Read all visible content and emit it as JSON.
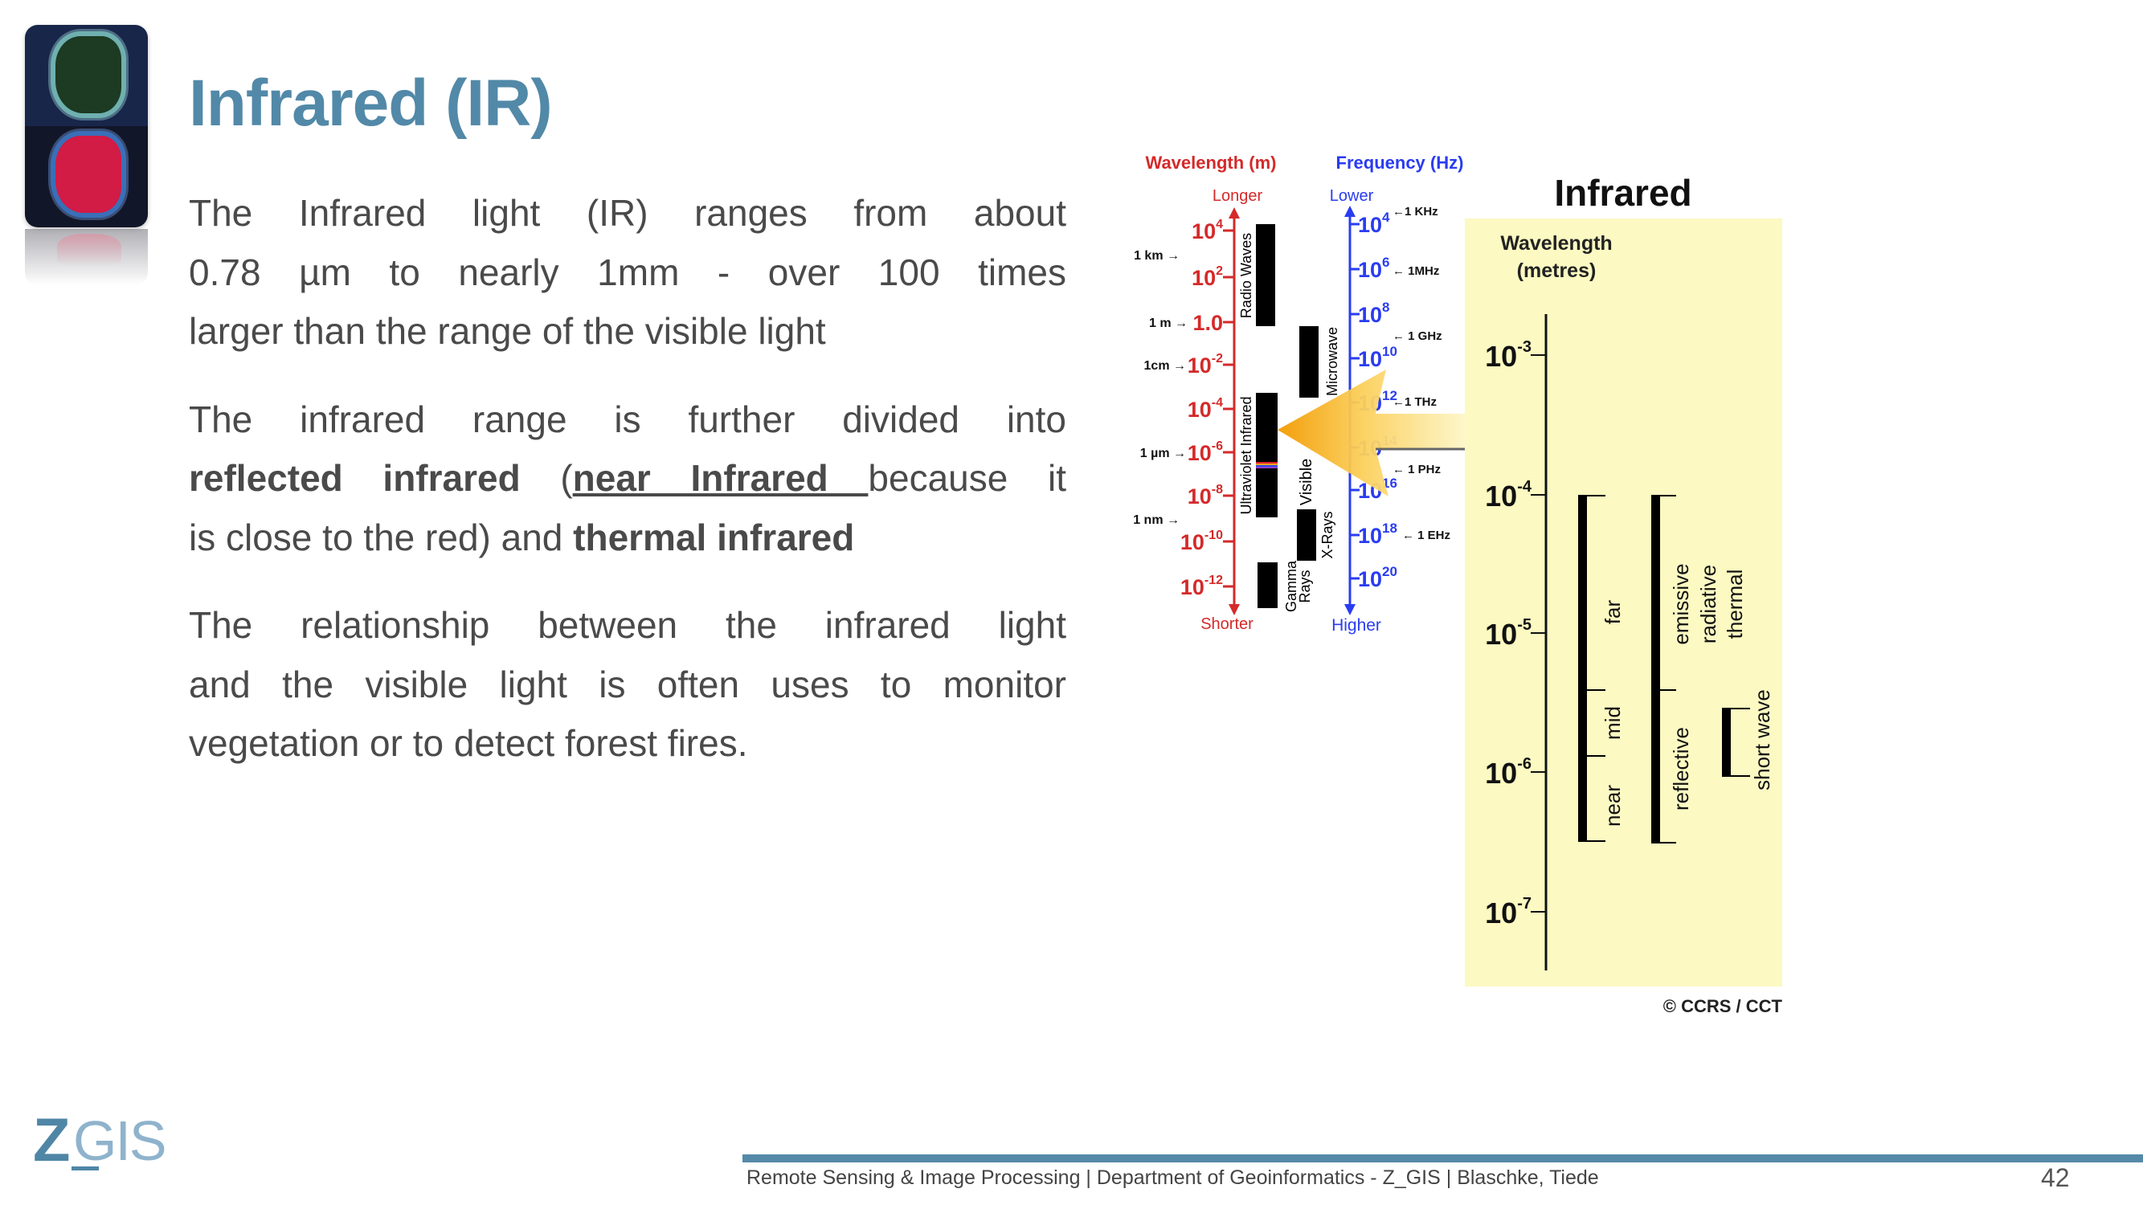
{
  "slide": {
    "title": "Infrared (IR)",
    "paragraphs": [
      {
        "lines": [
          "The Infrared light (IR) ranges from about",
          "0.78 µm to nearly 1mm -  over 100 times",
          "larger than the range of the visible light"
        ]
      },
      {
        "line1": "The infrared range is further divided into",
        "line2": {
          "bold1": "reflected infrared",
          "plain1": " (",
          "bold_underlined": "near Infrared ",
          "plain2": "because it"
        },
        "line3": {
          "plain": "is close to the red) and ",
          "bold": "thermal infrared"
        }
      },
      {
        "lines": [
          "The relationship between the infrared light",
          "and the visible light is often uses to monitor",
          "vegetation or to detect forest fires."
        ]
      }
    ]
  },
  "spectrum": {
    "wavelength_title": "Wavelength (m)",
    "frequency_title": "Frequency (Hz)",
    "longer": "Longer",
    "shorter": "Shorter",
    "lower": "Lower",
    "higher": "Higher",
    "wavelength_ticks": [
      {
        "base": "10",
        "exp": "4"
      },
      {
        "base": "10",
        "exp": "2"
      },
      {
        "base": "1.0",
        "exp": ""
      },
      {
        "base": "10",
        "exp": "-2"
      },
      {
        "base": "10",
        "exp": "-4"
      },
      {
        "base": "10",
        "exp": "-6"
      },
      {
        "base": "10",
        "exp": "-8"
      },
      {
        "base": "10",
        "exp": "-10"
      },
      {
        "base": "10",
        "exp": "-12"
      }
    ],
    "wavelength_markers": [
      "1 km →",
      "1 m →",
      "1cm →",
      "1 µm →",
      "1 nm →"
    ],
    "frequency_ticks": [
      {
        "base": "10",
        "exp": "4"
      },
      {
        "base": "10",
        "exp": "6"
      },
      {
        "base": "10",
        "exp": "8"
      },
      {
        "base": "10",
        "exp": "10"
      },
      {
        "base": "10",
        "exp": "12"
      },
      {
        "base": "10",
        "exp": "14"
      },
      {
        "base": "10",
        "exp": "16"
      },
      {
        "base": "10",
        "exp": "18"
      },
      {
        "base": "10",
        "exp": "20"
      }
    ],
    "frequency_markers": [
      "←1 KHz",
      "← 1MHz",
      "← 1 GHz",
      "←1 THz",
      "← 1 PHz",
      "← 1 EHz"
    ],
    "bands": {
      "radio": "Radio Waves",
      "microwave": "Microwave",
      "uv_ir": "Ultraviolet Infrared",
      "visible": "Visible",
      "xrays": "X-Rays",
      "gamma1": "Gamma",
      "gamma2": "Rays"
    },
    "colors": {
      "wavelength": "#d42a2a",
      "frequency": "#2a3cf0",
      "arrow": "#f5a000"
    }
  },
  "infrared_panel": {
    "title": "Infrared",
    "axis_title_1": "Wavelength",
    "axis_title_2": "(metres)",
    "ticks": [
      {
        "base": "10",
        "exp": "-3"
      },
      {
        "base": "10",
        "exp": "-4"
      },
      {
        "base": "10",
        "exp": "-5"
      },
      {
        "base": "10",
        "exp": "-6"
      },
      {
        "base": "10",
        "exp": "-7"
      }
    ],
    "labels": {
      "far": "far",
      "mid": "mid",
      "near": "near",
      "emissive": "emissive",
      "radiative": "radiative",
      "thermal": "thermal",
      "reflective": "reflective",
      "short_wave": "short wave"
    },
    "copyright": "© CCRS / CCT",
    "background": "#fcf9c2"
  },
  "footer": {
    "text": "Remote Sensing & Image Processing | Department of Geoinformatics - Z_GIS | Blaschke, Tiede",
    "page": "42",
    "logo_z": "Z",
    "logo_gis": "GIS"
  }
}
